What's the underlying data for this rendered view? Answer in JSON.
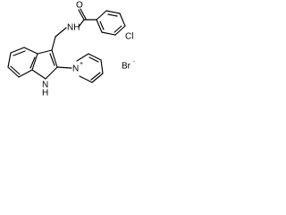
{
  "molecule": {
    "atoms": {
      "amide_nh": "NH",
      "carbonyl_o": "O",
      "chlorine": "Cl",
      "indole_nh": "H",
      "indole_n": "N",
      "pyridinium_n": "N",
      "pyridinium_charge": "+",
      "counterion": "Br",
      "counterion_charge": "-"
    }
  },
  "colors": {
    "bond": "#000000",
    "text": "#000000",
    "background": "#ffffff"
  }
}
